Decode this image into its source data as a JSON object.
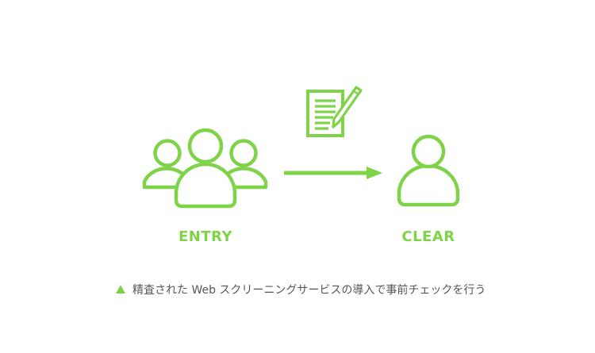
{
  "colors": {
    "accent": "#7ed348",
    "caption_text": "#555555",
    "background": "#ffffff"
  },
  "diagram": {
    "left_node": {
      "label": "ENTRY",
      "icon": "group-of-people-icon"
    },
    "connector": {
      "icon": "arrow-right-icon",
      "annotation_icon": "document-with-pencil-icon"
    },
    "right_node": {
      "label": "CLEAR",
      "icon": "single-person-icon"
    }
  },
  "caption": {
    "marker_icon": "triangle-up-icon",
    "text": "精査された Web スクリーニングサービスの導入で事前チェックを行う"
  }
}
